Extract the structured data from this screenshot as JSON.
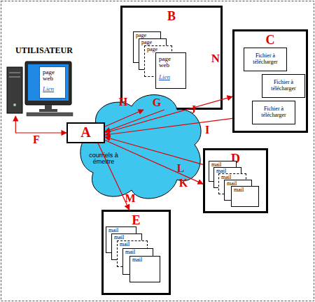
{
  "diagram": {
    "nodes": [
      {
        "text": [
          "UTILISATEUR"
        ]
      },
      {
        "text": [
          "page web",
          "Lien"
        ],
        "in": 0
      },
      {
        "text": [
          "courriels à émettre"
        ]
      },
      {
        "text": [
          "A"
        ]
      },
      {
        "text": [
          "B"
        ]
      },
      {
        "text": [
          "page"
        ],
        "in": 4
      },
      {
        "text": [
          "page"
        ],
        "in": 4
      },
      {
        "text": [
          "page"
        ],
        "in": 4
      },
      {
        "text": [
          "page web",
          "Lien"
        ],
        "in": 4
      },
      {
        "text": [
          "C"
        ]
      },
      {
        "text": [
          "Fichier à télécharger"
        ],
        "in": 9
      },
      {
        "text": [
          "Fichier à télécharger"
        ],
        "in": 9
      },
      {
        "text": [
          "Fichier à télécharger"
        ],
        "in": 9
      },
      {
        "text": [
          "D"
        ]
      },
      {
        "text": [
          "mail"
        ],
        "in": 13
      },
      {
        "text": [
          "mail"
        ],
        "in": 13
      },
      {
        "text": [
          "mail"
        ],
        "in": 13
      },
      {
        "text": [
          "mail"
        ],
        "in": 13
      },
      {
        "text": [
          "mail"
        ],
        "in": 13
      },
      {
        "text": [
          "E"
        ]
      },
      {
        "text": [
          "mail"
        ],
        "in": 19
      },
      {
        "text": [
          "mail"
        ],
        "in": 19
      },
      {
        "text": [
          "mail"
        ],
        "in": 19
      },
      {
        "text": [
          "mail"
        ],
        "in": 19
      },
      {
        "text": [
          "mail"
        ],
        "in": 19
      }
    ],
    "edges": [
      {
        "from": 0,
        "to": 3,
        "label": "F",
        "arrow": "both"
      },
      {
        "from": 3,
        "to": 4,
        "label": "H",
        "arrow": "to"
      },
      {
        "from": 4,
        "to": 3,
        "label": "G",
        "arrow": "to"
      },
      {
        "from": 3,
        "to": 9,
        "label": "J",
        "arrow": "to"
      },
      {
        "from": 9,
        "to": 3,
        "label": "I",
        "arrow": "to"
      },
      {
        "from": 13,
        "to": 3,
        "label": "L",
        "arrow": "to"
      },
      {
        "from": 3,
        "to": 13,
        "label": "K",
        "arrow": "to"
      },
      {
        "from": 3,
        "to": 19,
        "label": "M",
        "arrow": "to"
      }
    ],
    "labels": [
      "N"
    ]
  }
}
